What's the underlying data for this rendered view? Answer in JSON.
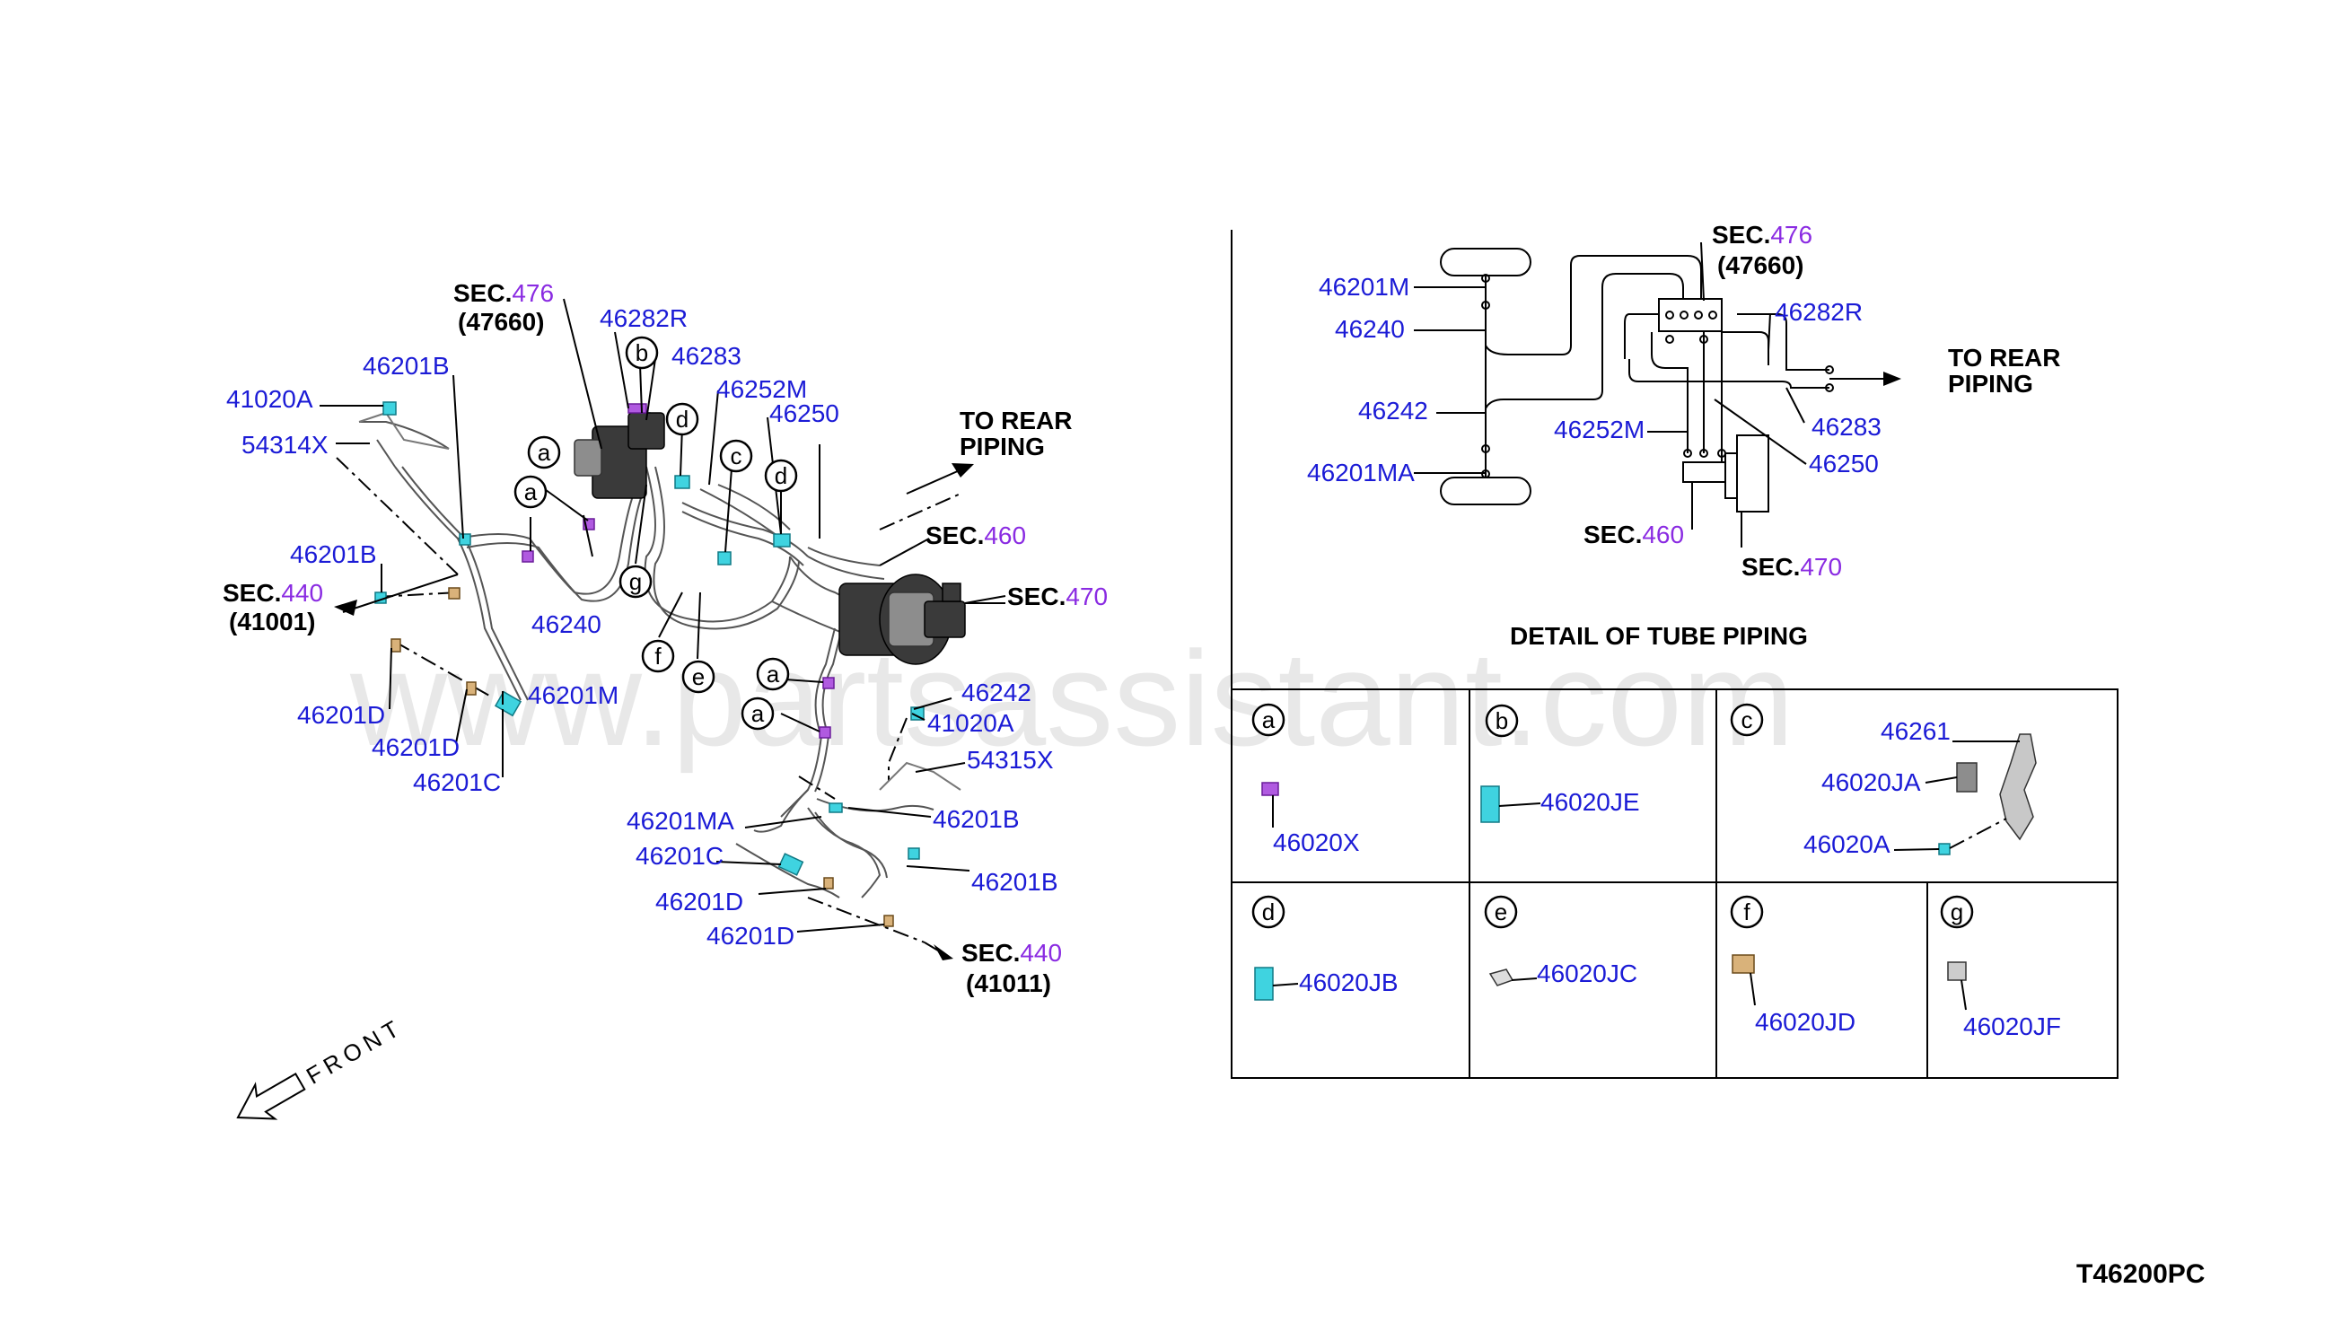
{
  "watermark": "www.partsassistant.com",
  "diagram_code": "T46200PC",
  "front_label": "FRONT",
  "left_view": {
    "sec476": {
      "prefix": "SEC.",
      "num": "476",
      "sub": "(47660)"
    },
    "sec460": {
      "prefix": "SEC.",
      "num": "460"
    },
    "sec470": {
      "prefix": "SEC.",
      "num": "470"
    },
    "sec440_left": {
      "prefix": "SEC.",
      "num": "440",
      "sub": "(41001)"
    },
    "sec440_bottom": {
      "prefix": "SEC.",
      "num": "440",
      "sub": "(41011)"
    },
    "to_rear": [
      "TO REAR",
      "PIPING"
    ],
    "callouts": {
      "a": "a",
      "b": "b",
      "c": "c",
      "d": "d",
      "e": "e",
      "f": "f",
      "g": "g"
    },
    "labels": {
      "p41020A_l": "41020A",
      "p54314X": "54314X",
      "p46201B_1": "46201B",
      "p46201B_2": "46201B",
      "p46240": "46240",
      "p46201M": "46201M",
      "p46201D_1": "46201D",
      "p46201D_2": "46201D",
      "p46201C_l": "46201C",
      "p46282R": "46282R",
      "p46283": "46283",
      "p46252M": "46252M",
      "p46250": "46250",
      "p46242": "46242",
      "p41020A_r": "41020A",
      "p54315X": "54315X",
      "p46201MA": "46201MA",
      "p46201B_3": "46201B",
      "p46201C_r": "46201C",
      "p46201B_4": "46201B",
      "p46201D_3": "46201D",
      "p46201D_4": "46201D"
    }
  },
  "schematic": {
    "sec476": {
      "prefix": "SEC.",
      "num": "476",
      "sub": "(47660)"
    },
    "sec460": {
      "prefix": "SEC.",
      "num": "460"
    },
    "sec470": {
      "prefix": "SEC.",
      "num": "470"
    },
    "to_rear": [
      "TO REAR",
      "PIPING"
    ],
    "labels": {
      "s46201M": "46201M",
      "s46240": "46240",
      "s46242": "46242",
      "s46201MA": "46201MA",
      "s46252M": "46252M",
      "s46282R": "46282R",
      "s46283": "46283",
      "s46250": "46250"
    }
  },
  "detail": {
    "title": "DETAIL OF TUBE PIPING",
    "cells": {
      "a": {
        "letter": "a",
        "part": "46020X"
      },
      "b": {
        "letter": "b",
        "part": "46020JE"
      },
      "c": {
        "letter": "c",
        "parts": [
          "46261",
          "46020JA",
          "46020A"
        ]
      },
      "d": {
        "letter": "d",
        "part": "46020JB"
      },
      "e": {
        "letter": "e",
        "part": "46020JC"
      },
      "f": {
        "letter": "f",
        "part": "46020JD"
      },
      "g": {
        "letter": "g",
        "part": "46020JF"
      }
    }
  },
  "colors": {
    "label": "#1b1bd6",
    "section_number": "#8a2be2",
    "clip": "#3fd3e0",
    "joint": "#b05ae0"
  }
}
